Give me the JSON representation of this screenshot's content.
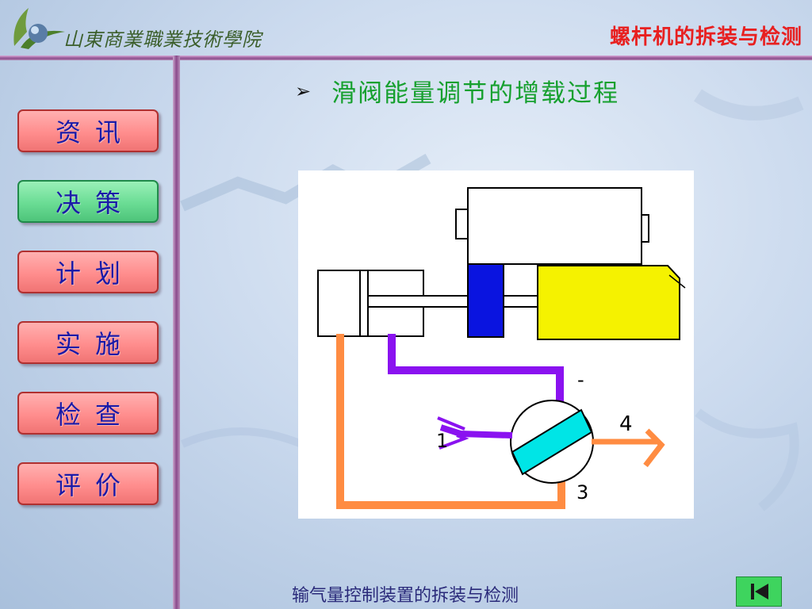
{
  "header": {
    "school_name": "山東商業職業技術學院",
    "course_title": "螺杆机的拆装与检测"
  },
  "nav": {
    "items": [
      {
        "label": "资讯",
        "active": false
      },
      {
        "label": "决策",
        "active": true
      },
      {
        "label": "计划",
        "active": false
      },
      {
        "label": "实施",
        "active": false
      },
      {
        "label": "检查",
        "active": false
      },
      {
        "label": "评价",
        "active": false
      }
    ]
  },
  "slide": {
    "heading": "滑阀能量调节的增载过程",
    "diagram": {
      "labels": {
        "port_1": "1",
        "port_3": "3",
        "port_4": "4",
        "top_mark": "-"
      },
      "colors": {
        "slide_valve": "#f5f200",
        "piston": "#0a14e0",
        "rotor": "#00e5e6",
        "line_purple": "#8a12f0",
        "line_orange": "#ff8c42"
      }
    }
  },
  "footer": {
    "title": "输气量控制装置的拆装与检测",
    "back_icon": "skip-back-icon"
  },
  "theme": {
    "accent_red": "#e82020",
    "nav_pink": "#ff9a9a",
    "nav_green": "#6adc94",
    "divider_purple": "#8a4a8b"
  }
}
